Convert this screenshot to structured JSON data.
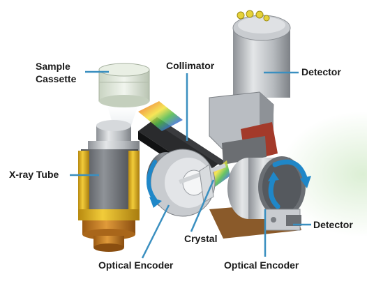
{
  "diagram": {
    "labels": {
      "sample_cassette_line1": "Sample",
      "sample_cassette_line2": "Cassette",
      "collimator": "Collimator",
      "detector_top": "Detector",
      "xray_tube": "X-ray Tube",
      "crystal": "Crystal",
      "detector_bottom": "Detector",
      "optical_encoder_left": "Optical Encoder",
      "optical_encoder_right": "Optical Encoder"
    },
    "colors": {
      "leader_line": "#3a8fc0",
      "rotation_arrow": "#1f87c8",
      "tube_gold": "#e0b21a",
      "tube_copper": "#c97a1e",
      "background_glow": "#dcefd5"
    }
  }
}
